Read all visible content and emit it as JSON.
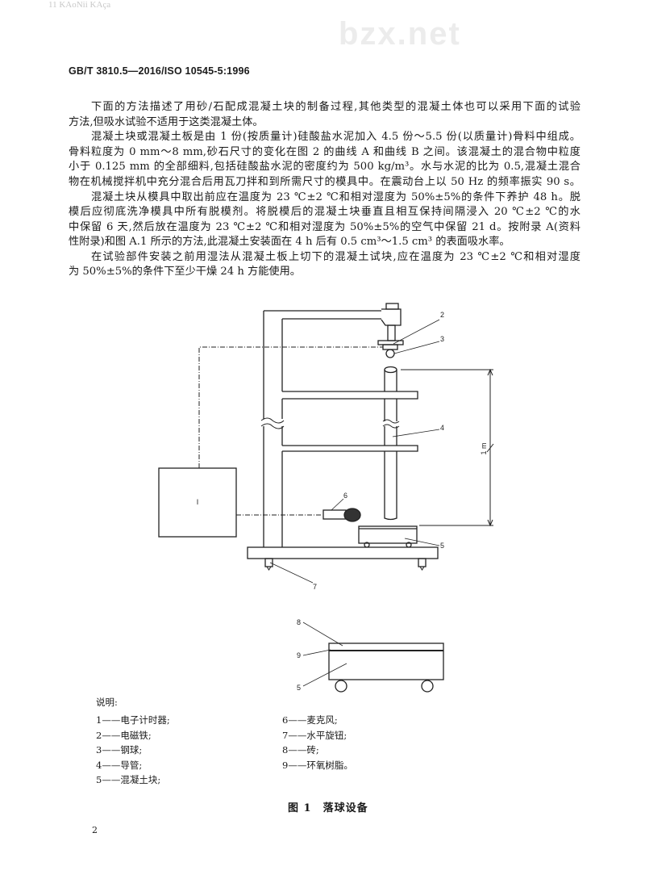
{
  "watermarks": {
    "top": "11 KAoNii KAça",
    "middle": "bzx.net"
  },
  "header": "GB/T 3810.5—2016/ISO 10545-5:1996",
  "paragraphs": [
    [
      "下面的方法描述了用砂/石配成混凝土块的制备过程,其他类型的混凝土体也可以采用下面的试验",
      "方法,但吸水试验不适用于这类混凝土体。"
    ],
    [
      "混凝土块或混凝土板是由 1 份(按质量计)硅酸盐水泥加入 4.5 份～5.5 份(以质量计)骨料中组成。",
      "骨料粒度为 0 mm～8 mm,砂石尺寸的变化在图 2 的曲线 A 和曲线 B 之间。该混凝土的混合物中粒度",
      "小于 0.125 mm 的全部细料,包括硅酸盐水泥的密度约为 500 kg/m³。水与水泥的比为 0.5,混凝土混合",
      "物在机械搅拌机中充分混合后用瓦刀拌和到所需尺寸的模具中。在震动台上以 50 Hz 的频率振实 90 s。"
    ],
    [
      "混凝土块从模具中取出前应在温度为 23 ℃±2 ℃和相对湿度为 50%±5%的条件下养护 48 h。脱",
      "模后应彻底洗净模具中所有脱模剂。将脱模后的混凝土块垂直且相互保持间隔浸入 20 ℃±2 ℃的水",
      "中保留 6 天,然后放在温度为 23 ℃±2 ℃和相对湿度为 50%±5%的空气中保留 21 d。按附录 A(资料",
      "性附录)和图 A.1 所示的方法,此混凝土安装面在 4 h 后有 0.5 cm³～1.5 cm³ 的表面吸水率。"
    ],
    [
      "在试验部件安装之前用湿法从混凝土板上切下的混凝土试块,应在温度为 23 ℃±2 ℃和相对湿度",
      "为 50%±5%的条件下至少干燥 24 h 方能使用。"
    ]
  ],
  "figure": {
    "labels": {
      "box": "I",
      "n2": "2",
      "n3": "3",
      "n4": "4",
      "n5": "5",
      "n6": "6",
      "n7": "7",
      "n8": "8",
      "n9": "9",
      "n5b": "5",
      "height": "1 m"
    }
  },
  "legend": {
    "title": "说明:",
    "left": [
      "1——电子计时器;",
      "2——电磁铁;",
      "3——钢球;",
      "4——导管;",
      "5——混凝土块;"
    ],
    "right": [
      "6——麦克风;",
      "7——水平旋钮;",
      "8——砖;",
      "9——环氧树脂。"
    ]
  },
  "caption": "图 1　落球设备",
  "page_number": "2"
}
